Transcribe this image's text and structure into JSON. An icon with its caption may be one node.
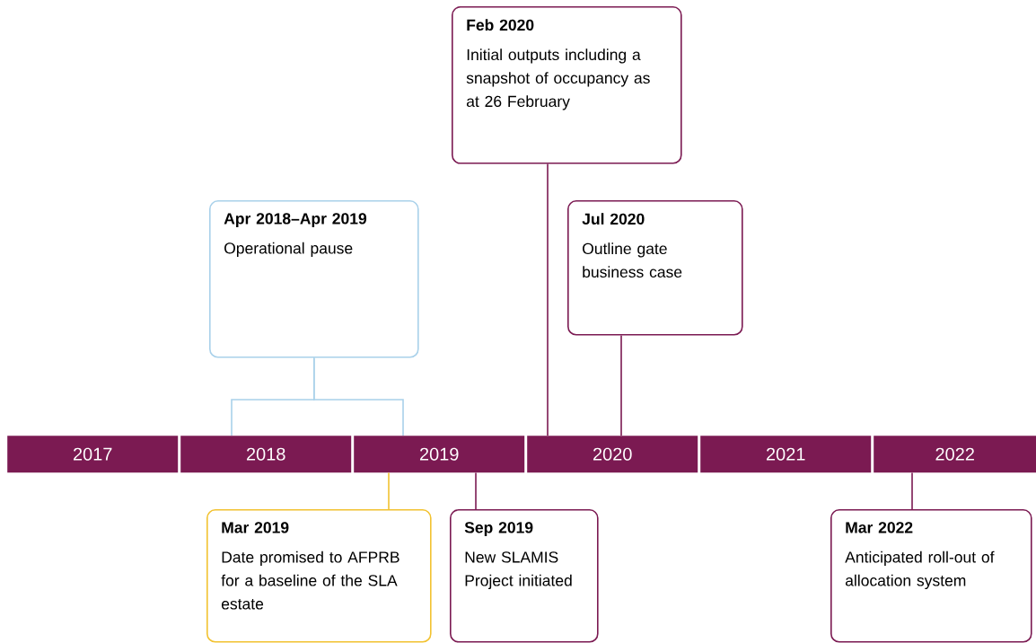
{
  "diagram": {
    "nodes": [
      {
        "text": [
          "Feb 2020",
          "Initial outputs including a snapshot of occupancy as at 26 February"
        ]
      },
      {
        "text": [
          "Apr 2018–Apr 2019",
          "Operational pause"
        ]
      },
      {
        "text": [
          "Jul 2020",
          "Outline gate business case"
        ]
      },
      {
        "text": [
          "2017"
        ]
      },
      {
        "text": [
          "2018"
        ]
      },
      {
        "text": [
          "2019"
        ]
      },
      {
        "text": [
          "2020"
        ]
      },
      {
        "text": [
          "2021"
        ]
      },
      {
        "text": [
          "2022"
        ]
      },
      {
        "text": [
          "Mar 2019",
          "Date promised to AFPRB for a baseline of the SLA estate"
        ]
      },
      {
        "text": [
          "Sep 2019",
          "New SLAMIS Project initiated"
        ]
      },
      {
        "text": [
          "Mar 2022",
          "Anticipated roll-out of allocation system"
        ]
      }
    ],
    "edges": [
      {
        "from": 0,
        "to": 6,
        "arrow": "none"
      },
      {
        "from": 1,
        "to": 4,
        "arrow": "none",
        "color": "#a9d1ea"
      },
      {
        "from": 1,
        "to": 5,
        "arrow": "none",
        "color": "#a9d1ea"
      },
      {
        "from": 2,
        "to": 6,
        "arrow": "none"
      },
      {
        "from": 9,
        "to": 5,
        "arrow": "none",
        "color": "#f2c230"
      },
      {
        "from": 10,
        "to": 5,
        "arrow": "none"
      },
      {
        "from": 11,
        "to": 8,
        "arrow": "none"
      }
    ]
  }
}
